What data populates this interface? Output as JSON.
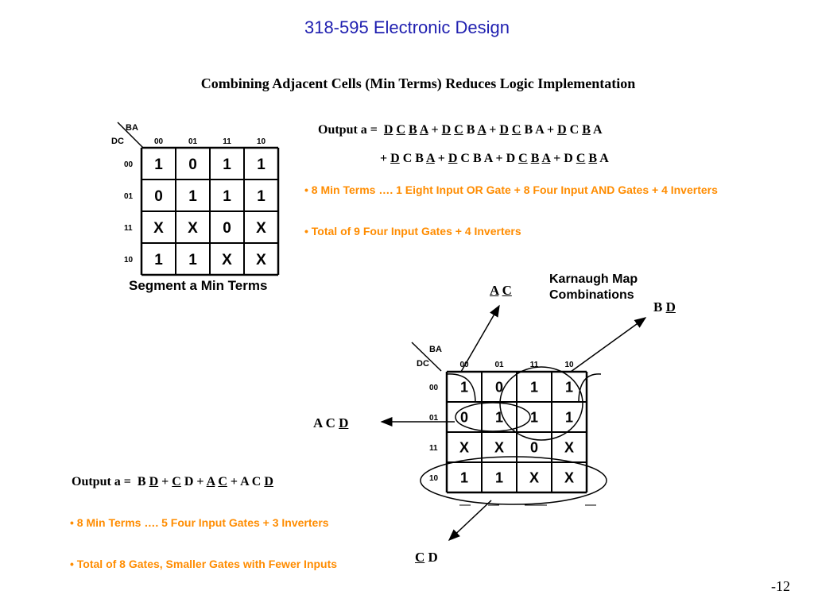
{
  "course_title": "318-595 Electronic Design",
  "slide_heading": "Combining Adjacent Cells (Min Terms) Reduces Logic Implementation",
  "top_equation": {
    "prefix": "Output a =",
    "line1_terms": [
      [
        {
          "t": "D",
          "n": true
        },
        {
          "t": "C",
          "n": true
        },
        {
          "t": "B",
          "n": true
        },
        {
          "t": "A",
          "n": true
        }
      ],
      [
        {
          "t": "D",
          "n": true
        },
        {
          "t": "C",
          "n": true
        },
        {
          "t": "B",
          "n": false
        },
        {
          "t": "A",
          "n": true
        }
      ],
      [
        {
          "t": "D",
          "n": true
        },
        {
          "t": "C",
          "n": true
        },
        {
          "t": "B",
          "n": false
        },
        {
          "t": "A",
          "n": false
        }
      ],
      [
        {
          "t": "D",
          "n": true
        },
        {
          "t": "C",
          "n": false
        },
        {
          "t": "B",
          "n": true
        },
        {
          "t": "A",
          "n": false
        }
      ]
    ],
    "line2_terms": [
      [
        {
          "t": "D",
          "n": true
        },
        {
          "t": "C",
          "n": false
        },
        {
          "t": "B",
          "n": false
        },
        {
          "t": "A",
          "n": true
        }
      ],
      [
        {
          "t": "D",
          "n": true
        },
        {
          "t": "C",
          "n": false
        },
        {
          "t": "B",
          "n": false
        },
        {
          "t": "A",
          "n": false
        }
      ],
      [
        {
          "t": "D",
          "n": false
        },
        {
          "t": "C",
          "n": true
        },
        {
          "t": "B",
          "n": true
        },
        {
          "t": "A",
          "n": true
        }
      ],
      [
        {
          "t": "D",
          "n": false
        },
        {
          "t": "C",
          "n": true
        },
        {
          "t": "B",
          "n": true
        },
        {
          "t": "A",
          "n": false
        }
      ]
    ]
  },
  "top_bullets": [
    "• 8 Min Terms …. 1 Eight Input OR Gate  +  8 Four Input AND Gates  +  4 Inverters",
    "• Total of 9 Four Input Gates + 4 Inverters"
  ],
  "kmap": {
    "corner_row": "DC",
    "corner_col": "BA",
    "col_headers": [
      "00",
      "01",
      "11",
      "10"
    ],
    "row_headers": [
      "00",
      "01",
      "11",
      "10"
    ],
    "cells": [
      [
        "1",
        "0",
        "1",
        "1"
      ],
      [
        "0",
        "1",
        "1",
        "1"
      ],
      [
        "X",
        "X",
        "0",
        "X"
      ],
      [
        "1",
        "1",
        "X",
        "X"
      ]
    ],
    "caption": "Segment a Min Terms"
  },
  "kmap_combinations_label": "Karnaugh Map Combinations",
  "group_labels": {
    "ac": [
      {
        "t": "A",
        "n": true
      },
      {
        "t": "C",
        "n": true
      }
    ],
    "bd": [
      {
        "t": "B",
        "n": false
      },
      {
        "t": "D",
        "n": true
      }
    ],
    "acd": [
      {
        "t": "A",
        "n": false
      },
      {
        "t": "C",
        "n": false
      },
      {
        "t": "D",
        "n": true
      }
    ],
    "cd": [
      {
        "t": "C",
        "n": true
      },
      {
        "t": "D",
        "n": false
      }
    ]
  },
  "bottom_equation": {
    "prefix": "Output a =",
    "terms": [
      [
        {
          "t": "B",
          "n": false
        },
        {
          "t": "D",
          "n": true
        }
      ],
      [
        {
          "t": "C",
          "n": true
        },
        {
          "t": "D",
          "n": false
        }
      ],
      [
        {
          "t": "A",
          "n": true
        },
        {
          "t": "C",
          "n": true
        }
      ],
      [
        {
          "t": "A",
          "n": false
        },
        {
          "t": "C",
          "n": false
        },
        {
          "t": "D",
          "n": true
        }
      ]
    ]
  },
  "bottom_bullets": [
    "• 8 Min Terms …. 5 Four Input Gates  +  3 Inverters",
    "• Total of 8 Gates, Smaller Gates with Fewer Inputs"
  ],
  "page_number": "-12",
  "colors": {
    "title_blue": "#1f1fb0",
    "bullet_orange": "#ff8c00"
  }
}
